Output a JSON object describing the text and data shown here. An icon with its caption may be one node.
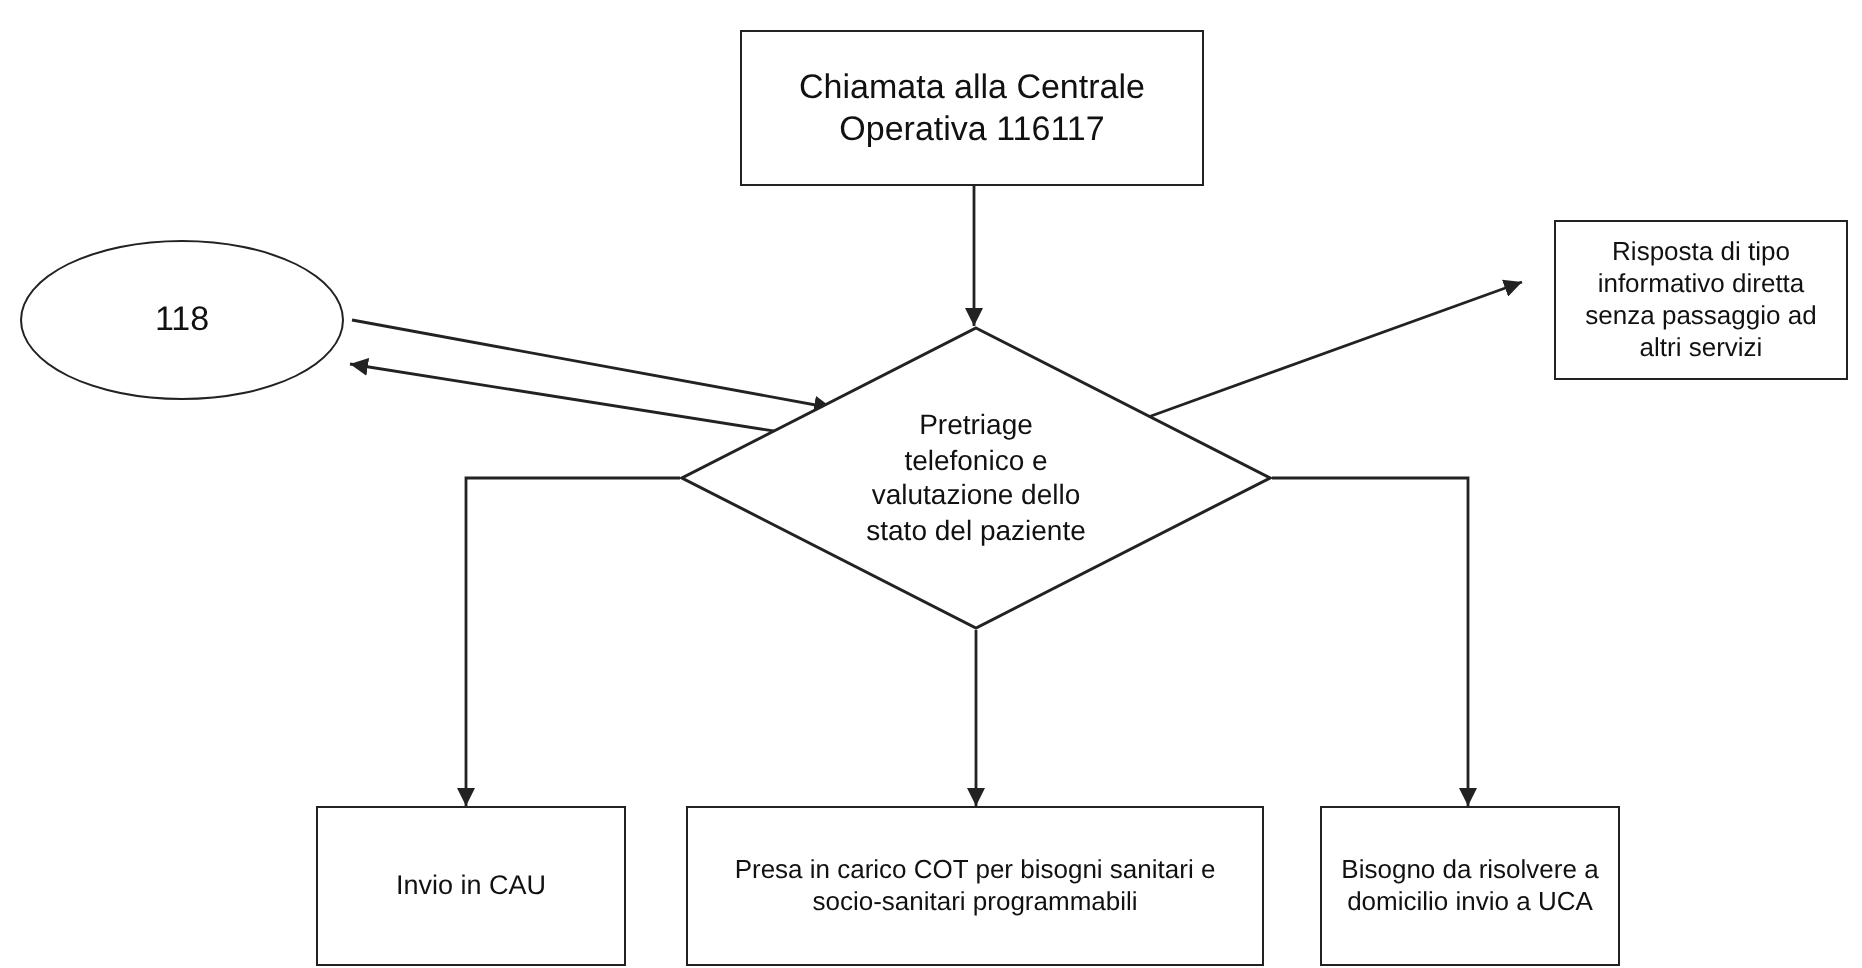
{
  "diagram": {
    "nodes": [
      {
        "text": [
          "Chiamata alla Centrale Operativa 116117"
        ]
      },
      {
        "text": [
          "118"
        ]
      },
      {
        "text": [
          "Risposta di tipo informativo diretta senza passaggio ad altri servizi"
        ]
      },
      {
        "text": [
          "Pretriage telefonico e valutazione dello stato del paziente"
        ]
      },
      {
        "text": [
          "Invio in CAU"
        ]
      },
      {
        "text": [
          "Presa in carico COT per bisogni sanitari e socio-sanitari programmabili"
        ]
      },
      {
        "text": [
          "Bisogno da risolvere a domicilio invio a UCA"
        ]
      }
    ],
    "edges": [
      {
        "from": 0,
        "to": 3,
        "arrow": "to"
      },
      {
        "from": 1,
        "to": 3,
        "arrow": "to"
      },
      {
        "from": 3,
        "to": 1,
        "arrow": "to"
      },
      {
        "from": 3,
        "to": 2,
        "arrow": "to"
      },
      {
        "from": 3,
        "to": 4,
        "arrow": "to"
      },
      {
        "from": 3,
        "to": 5,
        "arrow": "to"
      },
      {
        "from": 3,
        "to": 6,
        "arrow": "to"
      }
    ]
  }
}
